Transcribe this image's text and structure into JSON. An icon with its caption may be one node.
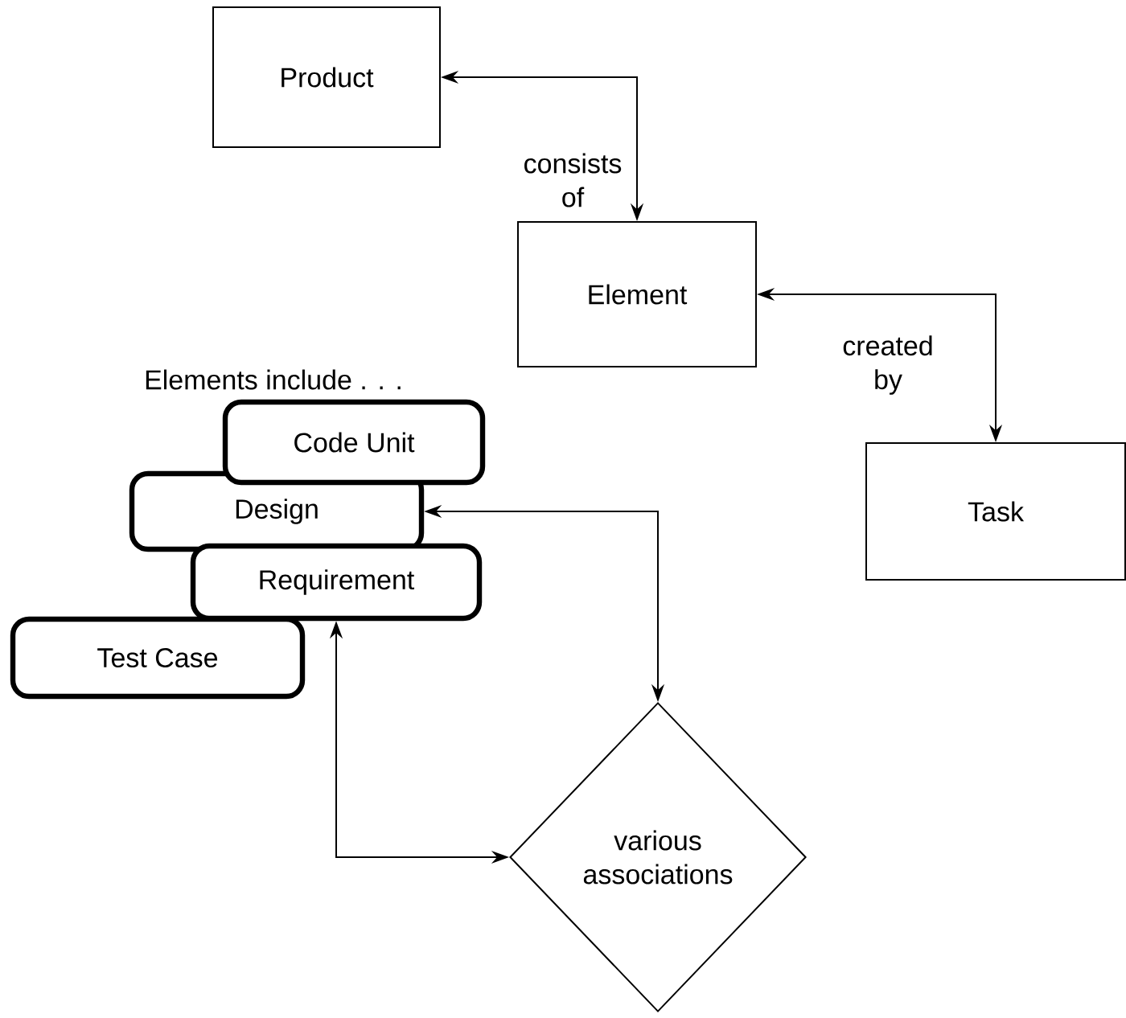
{
  "diagram": {
    "nodes": [
      {
        "text": [
          "Product"
        ]
      },
      {
        "text": [
          "Element"
        ]
      },
      {
        "text": [
          "Task"
        ]
      },
      {
        "text": [
          "Code Unit"
        ]
      },
      {
        "text": [
          "Design"
        ]
      },
      {
        "text": [
          "Requirement"
        ]
      },
      {
        "text": [
          "Test Case"
        ]
      },
      {
        "text": [
          "various associations"
        ]
      }
    ],
    "edges": [
      {
        "from": 0,
        "to": 1,
        "arrow": "both",
        "label": "consists of"
      },
      {
        "from": 1,
        "to": 2,
        "arrow": "both",
        "label": "created by"
      },
      {
        "from": 4,
        "to": 7,
        "arrow": "both"
      },
      {
        "from": 5,
        "to": 7,
        "arrow": "both"
      }
    ],
    "labels": [
      "Elements include . . ."
    ]
  }
}
